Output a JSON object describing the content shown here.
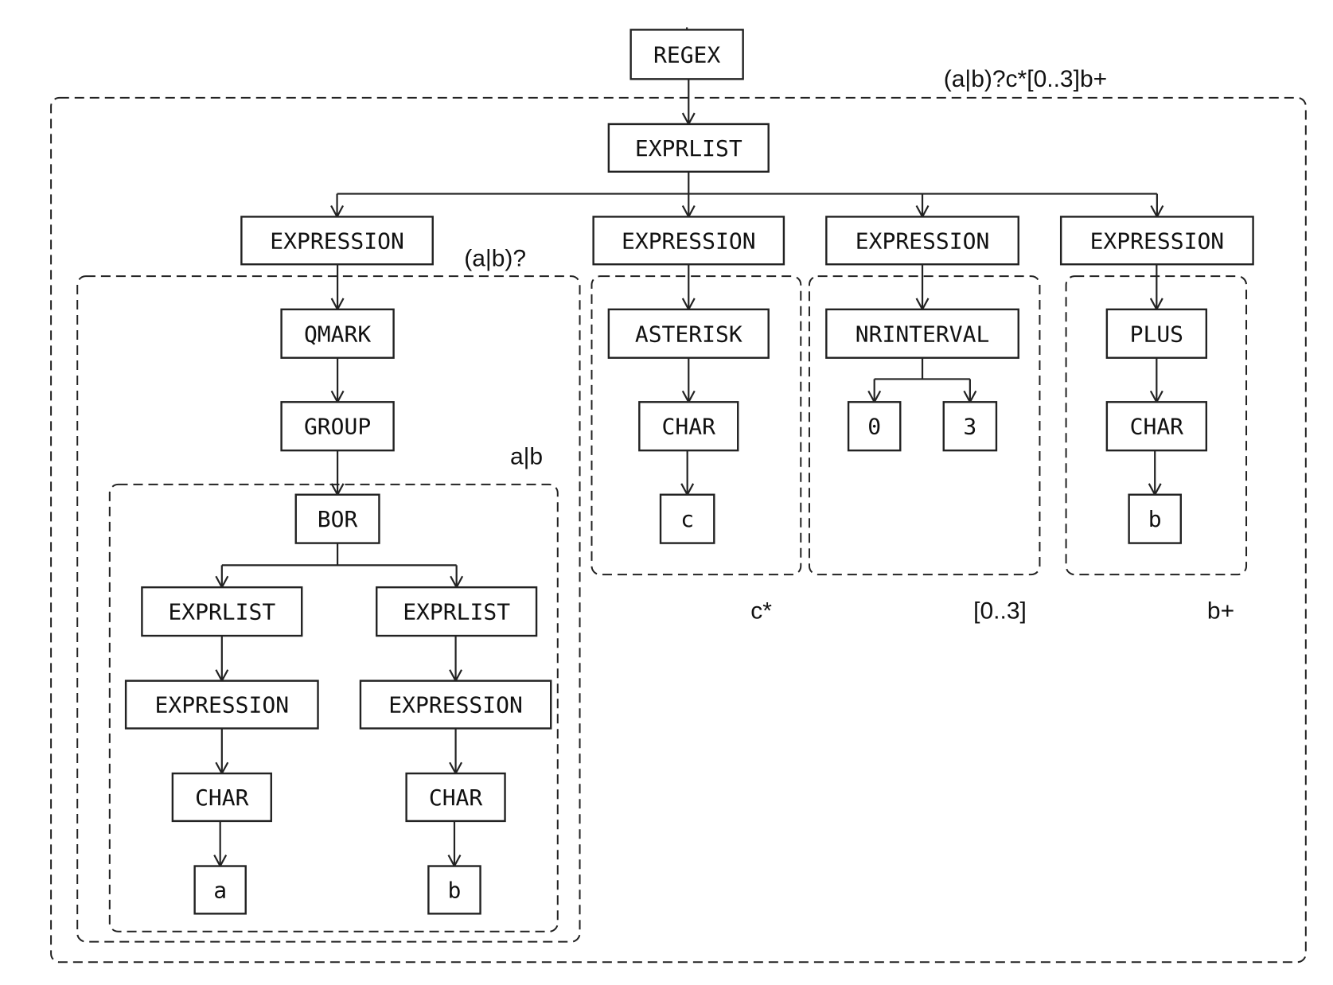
{
  "nodes": [
    {
      "id": "regex",
      "label": "REGEX"
    },
    {
      "id": "exprlist_root",
      "label": "EXPRLIST"
    },
    {
      "id": "expr1",
      "label": "EXPRESSION"
    },
    {
      "id": "expr2",
      "label": "EXPRESSION"
    },
    {
      "id": "expr3",
      "label": "EXPRESSION"
    },
    {
      "id": "expr4",
      "label": "EXPRESSION"
    },
    {
      "id": "qmark",
      "label": "QMARK"
    },
    {
      "id": "group",
      "label": "GROUP"
    },
    {
      "id": "bor",
      "label": "BOR"
    },
    {
      "id": "exprlist_a",
      "label": "EXPRLIST"
    },
    {
      "id": "exprlist_b",
      "label": "EXPRLIST"
    },
    {
      "id": "expr_a",
      "label": "EXPRESSION"
    },
    {
      "id": "expr_b",
      "label": "EXPRESSION"
    },
    {
      "id": "char_a",
      "label": "CHAR"
    },
    {
      "id": "char_b",
      "label": "CHAR"
    },
    {
      "id": "leaf_a",
      "label": "a"
    },
    {
      "id": "leaf_b",
      "label": "b"
    },
    {
      "id": "asterisk",
      "label": "ASTERISK"
    },
    {
      "id": "char_c",
      "label": "CHAR"
    },
    {
      "id": "leaf_c",
      "label": "c"
    },
    {
      "id": "nrinterval",
      "label": "NRINTERVAL"
    },
    {
      "id": "num0",
      "label": "0"
    },
    {
      "id": "num3",
      "label": "3"
    },
    {
      "id": "plus",
      "label": "PLUS"
    },
    {
      "id": "char_b2",
      "label": "CHAR"
    },
    {
      "id": "leaf_b2",
      "label": "b"
    }
  ],
  "edges": [
    [
      "regex",
      "exprlist_root"
    ],
    [
      "exprlist_root",
      "expr1"
    ],
    [
      "exprlist_root",
      "expr2"
    ],
    [
      "exprlist_root",
      "expr3"
    ],
    [
      "exprlist_root",
      "expr4"
    ],
    [
      "expr1",
      "qmark"
    ],
    [
      "qmark",
      "group"
    ],
    [
      "group",
      "bor"
    ],
    [
      "bor",
      "exprlist_a"
    ],
    [
      "bor",
      "exprlist_b"
    ],
    [
      "exprlist_a",
      "expr_a"
    ],
    [
      "exprlist_b",
      "expr_b"
    ],
    [
      "expr_a",
      "char_a"
    ],
    [
      "expr_b",
      "char_b"
    ],
    [
      "char_a",
      "leaf_a"
    ],
    [
      "char_b",
      "leaf_b"
    ],
    [
      "expr2",
      "asterisk"
    ],
    [
      "asterisk",
      "char_c"
    ],
    [
      "char_c",
      "leaf_c"
    ],
    [
      "expr3",
      "nrinterval"
    ],
    [
      "nrinterval",
      "num0"
    ],
    [
      "nrinterval",
      "num3"
    ],
    [
      "expr4",
      "plus"
    ],
    [
      "plus",
      "char_b2"
    ],
    [
      "char_b2",
      "leaf_b2"
    ]
  ],
  "groups": [
    {
      "id": "full",
      "label": "(a|b)?c*[0..3]b+"
    },
    {
      "id": "qmark_group",
      "label": "(a|b)?"
    },
    {
      "id": "alt_group",
      "label": "a|b"
    },
    {
      "id": "star_group",
      "label": "c*"
    },
    {
      "id": "interval_group",
      "label": "[0..3]"
    },
    {
      "id": "plus_group",
      "label": "b+"
    }
  ]
}
